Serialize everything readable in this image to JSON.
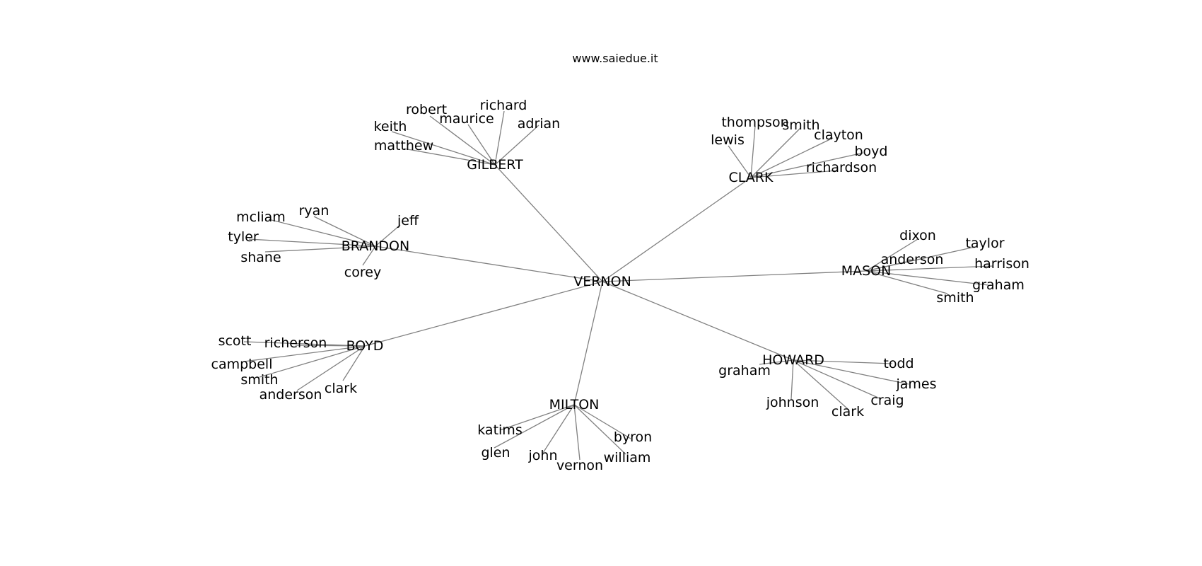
{
  "header": {
    "text": "www.saiedue.it"
  },
  "graph": {
    "edge_color": "#808080",
    "root": "VERNON",
    "groups": [
      {
        "name": "GILBERT",
        "children": [
          "robert",
          "richard",
          "maurice",
          "adrian",
          "keith",
          "matthew"
        ]
      },
      {
        "name": "CLARK",
        "children": [
          "thompson",
          "smith",
          "clayton",
          "lewis",
          "boyd",
          "richardson"
        ]
      },
      {
        "name": "BRANDON",
        "children": [
          "ryan",
          "mcliam",
          "jeff",
          "tyler",
          "shane",
          "corey"
        ]
      },
      {
        "name": "MASON",
        "children": [
          "dixon",
          "taylor",
          "anderson",
          "harrison",
          "graham",
          "smith"
        ]
      },
      {
        "name": "BOYD",
        "children": [
          "scott",
          "richerson",
          "campbell",
          "smith",
          "anderson",
          "clark"
        ]
      },
      {
        "name": "HOWARD",
        "children": [
          "todd",
          "graham",
          "james",
          "johnson",
          "craig",
          "clark"
        ]
      },
      {
        "name": "MILTON",
        "children": [
          "katims",
          "byron",
          "glen",
          "john",
          "william",
          "vernon"
        ]
      }
    ]
  }
}
